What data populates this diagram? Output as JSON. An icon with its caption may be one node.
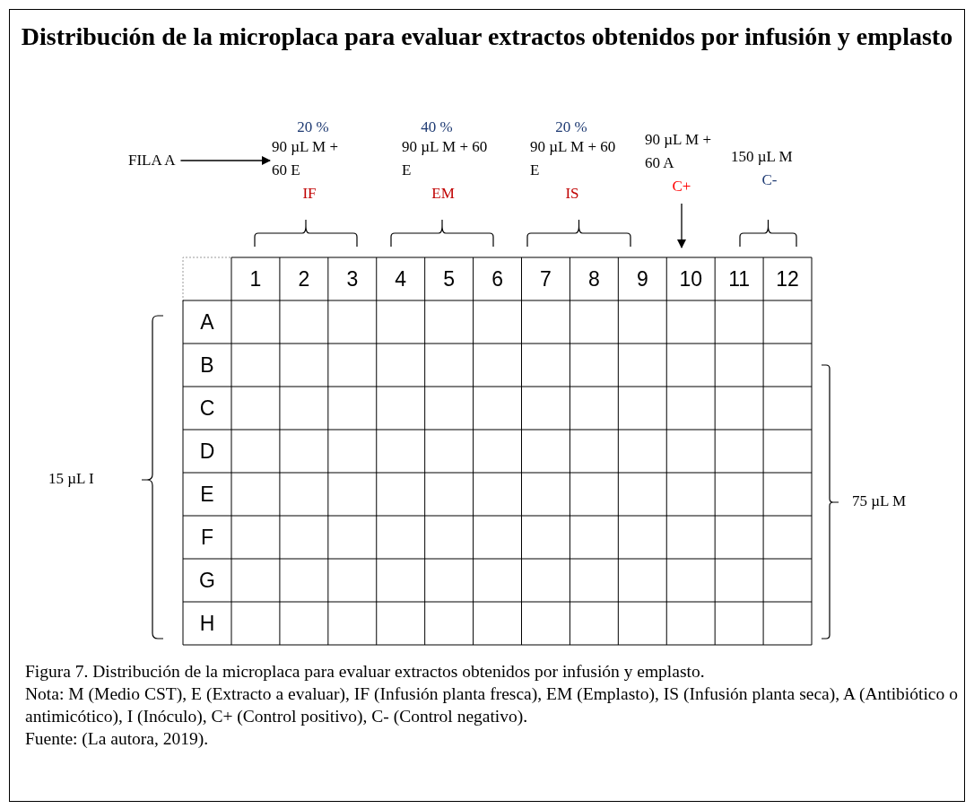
{
  "diagram": {
    "title": "Distribución de la microplaca para evaluar extractos obtenidos por infusión y emplasto",
    "caption": "Figura 7. Distribución de la microplaca para evaluar extractos obtenidos por infusión y emplasto.",
    "nodes": [
      {
        "text": [
          "FILA A"
        ]
      },
      {
        "text": [
          "20 %",
          "90 µL M + 60 E",
          "IF"
        ]
      },
      {
        "text": [
          "40 %",
          "90 µL M + 60 E",
          "EM"
        ]
      },
      {
        "text": [
          "20 %",
          "90 µL M + 60 E",
          "IS"
        ]
      },
      {
        "text": [
          "90 µL M + 60 A",
          "C+"
        ]
      },
      {
        "text": [
          "150 µL M",
          "C-"
        ]
      }
    ],
    "edges": [
      {
        "from": 0,
        "to": 1,
        "arrow": "to"
      },
      {
        "from": 4,
        "to": null,
        "arrow": "to"
      }
    ],
    "labels": [
      "1",
      "2",
      "3",
      "4",
      "5",
      "6",
      "7",
      "8",
      "9",
      "10",
      "11",
      "12",
      "A",
      "B",
      "C",
      "D",
      "E",
      "F",
      "G",
      "H",
      "15 µL I",
      "75 µL M",
      "Nota: M (Medio CST), E (Extracto a evaluar), IF (Infusión planta fresca), EM (Emplasto), IS (Infusión planta seca), A (Antibiótico o antimicótico), I (Inóculo), C+ (Control positivo), C- (Control negativo).",
      "Fuente: (La autora, 2019)."
    ]
  }
}
